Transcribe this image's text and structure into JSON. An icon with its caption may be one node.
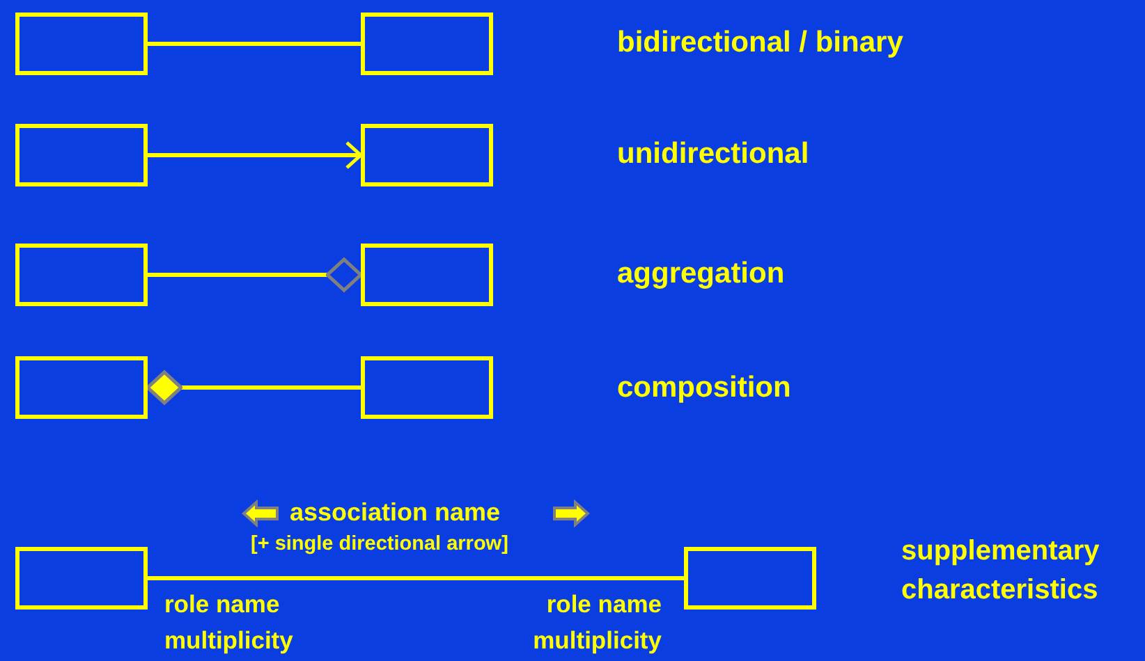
{
  "diagram": {
    "nodes": [
      {
        "text": [],
        "shape": "box"
      },
      {
        "text": [],
        "shape": "box"
      },
      {
        "text": [],
        "shape": "box"
      },
      {
        "text": [],
        "shape": "box"
      },
      {
        "text": [],
        "shape": "box"
      },
      {
        "text": [],
        "shape": "box"
      },
      {
        "text": [],
        "shape": "box"
      },
      {
        "text": [],
        "shape": "box"
      },
      {
        "text": [],
        "shape": "box"
      },
      {
        "text": [],
        "shape": "box"
      }
    ],
    "edges": [
      {
        "from": 0,
        "to": 1,
        "arrow": "none"
      },
      {
        "from": 2,
        "to": 3,
        "arrow": "to"
      },
      {
        "from": 4,
        "to": 5,
        "arrow": "other"
      },
      {
        "from": 6,
        "to": 7,
        "arrow": "other"
      },
      {
        "from": 8,
        "to": 9,
        "arrow": "none"
      }
    ],
    "labels": [
      "bidirectional / binary",
      "unidirectional",
      "aggregation",
      "composition",
      "association name",
      "[+ single directional arrow]",
      "supplementary characteristics",
      "role name",
      "multiplicity",
      "role name",
      "multiplicity"
    ]
  }
}
